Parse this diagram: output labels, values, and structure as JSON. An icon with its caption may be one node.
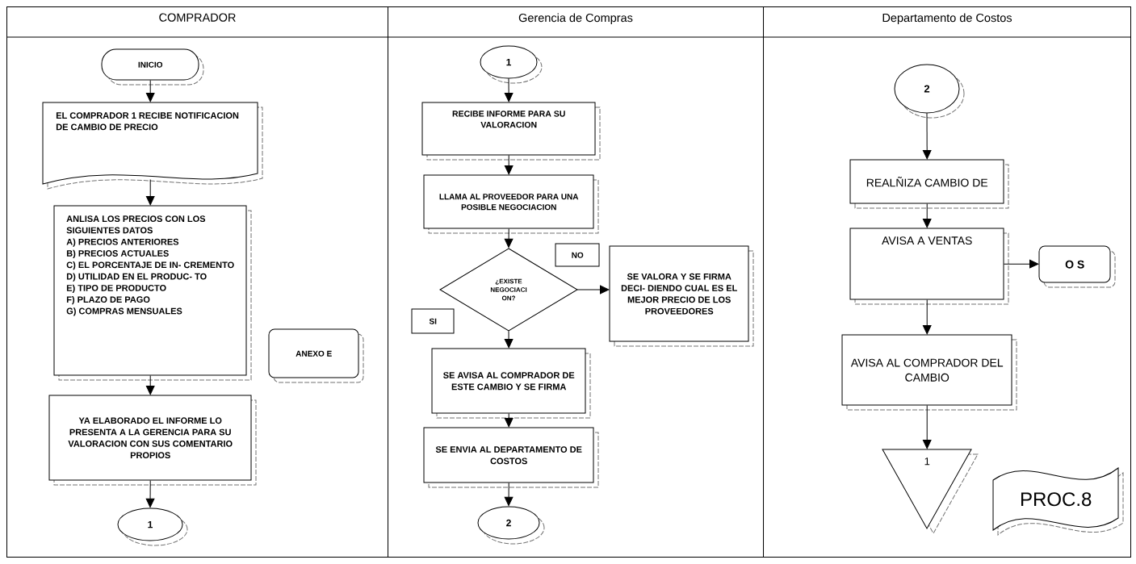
{
  "diagram": {
    "nodes": [
      {
        "text": [
          "COMPRADOR"
        ]
      },
      {
        "text": [
          "INICIO"
        ],
        "in": 0
      },
      {
        "text": [
          "EL COMPRADOR 1 RECIBE NOTIFICACION DE CAMBIO DE PRECIO"
        ],
        "in": 0
      },
      {
        "text": [
          "ANLISA LOS PRECIOS CON LOS SIGUIENTES DATOS",
          "A) PRECIOS ANTERIORES",
          "B) PRECIOS ACTUALES",
          "C) EL PORCENTAJE DE IN- CREMENTO",
          "D) UTILIDAD EN EL PRODUC- TO",
          "E) TIPO DE PRODUCTO",
          "F) PLAZO DE PAGO",
          "G) COMPRAS MENSUALES"
        ],
        "in": 0
      },
      {
        "text": [
          "ANEXO E"
        ],
        "in": 0
      },
      {
        "text": [
          "YA ELABORADO EL INFORME LO PRESENTA A LA GERENCIA PARA SU VALORACION CON SUS COMENTARIO PROPIOS"
        ],
        "in": 0
      },
      {
        "text": [
          "1"
        ],
        "in": 0
      },
      {
        "text": [
          "Gerencia de Compras"
        ]
      },
      {
        "text": [
          "1"
        ],
        "in": 7
      },
      {
        "text": [
          "RECIBE INFORME PARA SU VALORACION"
        ],
        "in": 7
      },
      {
        "text": [
          "LLAMA AL PROVEEDOR PARA UNA POSIBLE NEGOCIACION"
        ],
        "in": 7
      },
      {
        "text": [
          "¿EXISTE NEGOCIACI ON?"
        ],
        "in": 7
      },
      {
        "text": [
          "NO"
        ],
        "in": 7
      },
      {
        "text": [
          "SE VALORA Y SE FIRMA DECI- DIENDO CUAL ES EL MEJOR PRECIO DE LOS PROVEEDORES"
        ],
        "in": 7
      },
      {
        "text": [
          "SI"
        ],
        "in": 7
      },
      {
        "text": [
          "SE AVISA AL COMPRADOR DE ESTE CAMBIO Y SE FIRMA"
        ],
        "in": 7
      },
      {
        "text": [
          "SE ENVIA AL DEPARTAMENTO DE COSTOS"
        ],
        "in": 7
      },
      {
        "text": [
          "2"
        ],
        "in": 7
      },
      {
        "text": [
          "Departamento de Costos"
        ]
      },
      {
        "text": [
          "2"
        ],
        "in": 18
      },
      {
        "text": [
          "REALÑIZA CAMBIO DE"
        ],
        "in": 18
      },
      {
        "text": [
          "AVISA A VENTAS"
        ],
        "in": 18
      },
      {
        "text": [
          "O S"
        ],
        "in": 18
      },
      {
        "text": [
          "AVISA AL COMPRADOR DEL CAMBIO"
        ],
        "in": 18
      },
      {
        "text": [
          "1"
        ],
        "in": 18
      },
      {
        "text": [
          "PROC.8"
        ],
        "in": 18
      }
    ],
    "edges": [
      {
        "from": 1,
        "to": 2,
        "arrow": "to"
      },
      {
        "from": 2,
        "to": 3,
        "arrow": "to"
      },
      {
        "from": 3,
        "to": 5,
        "arrow": "to"
      },
      {
        "from": 5,
        "to": 6,
        "arrow": "to"
      },
      {
        "from": 8,
        "to": 9,
        "arrow": "to"
      },
      {
        "from": 9,
        "to": 10,
        "arrow": "to"
      },
      {
        "from": 10,
        "to": 11,
        "arrow": "to"
      },
      {
        "from": 11,
        "to": 13,
        "arrow": "to"
      },
      {
        "from": 11,
        "to": 15,
        "arrow": "to"
      },
      {
        "from": 15,
        "to": 16,
        "arrow": "to"
      },
      {
        "from": 16,
        "to": 17,
        "arrow": "to"
      },
      {
        "from": 19,
        "to": 20,
        "arrow": "to"
      },
      {
        "from": 20,
        "to": 21,
        "arrow": "to"
      },
      {
        "from": 21,
        "to": 22,
        "arrow": "to"
      },
      {
        "from": 21,
        "to": 23,
        "arrow": "to"
      },
      {
        "from": 23,
        "to": 24,
        "arrow": "to"
      }
    ]
  }
}
